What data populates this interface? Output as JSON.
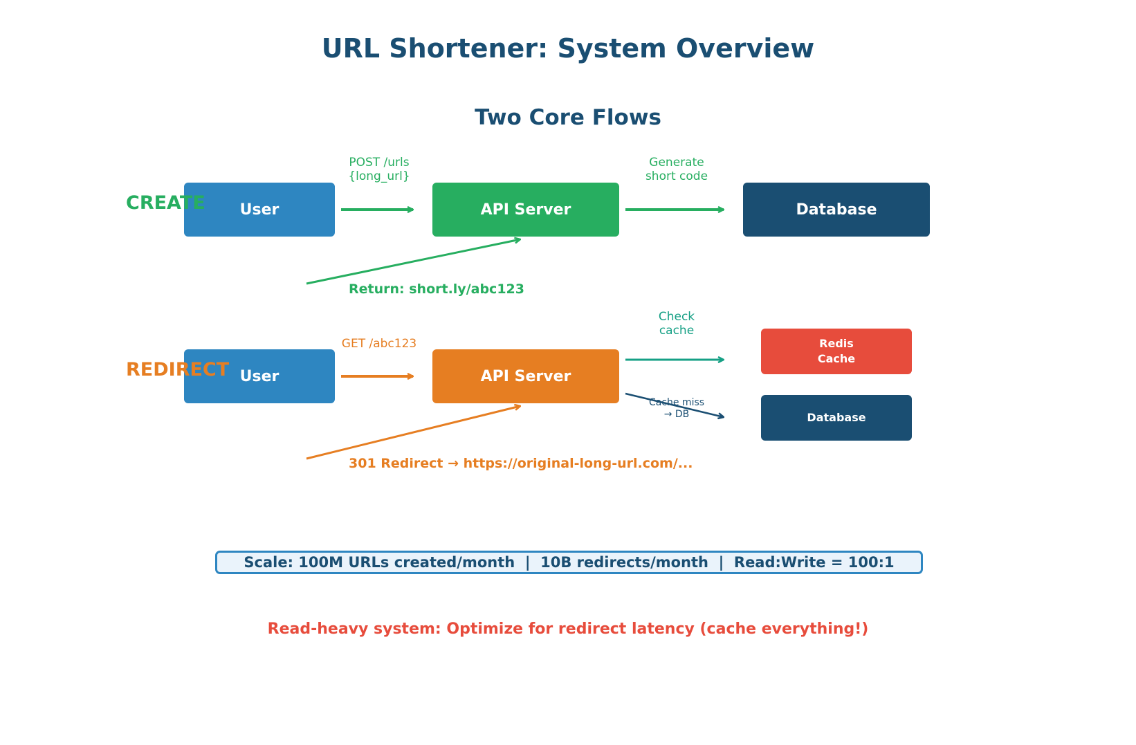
{
  "title": "URL Shortener: System Overview",
  "subtitle": "Two Core Flows",
  "colors": {
    "title": "#1a4e72",
    "user": "#2e86c1",
    "green": "#27ae60",
    "orange": "#e67e22",
    "navy": "#1a4e72",
    "red": "#e74c3c",
    "teal": "#16a085",
    "banner_bg": "#eaf3fb",
    "banner_border": "#2e86c1"
  },
  "create": {
    "section_label": "CREATE",
    "user": "User",
    "api": "API Server",
    "db": "Database",
    "request_label": "POST /urls\n{long_url}",
    "generate_label": "Generate\nshort code",
    "return_label": "Return: short.ly/abc123"
  },
  "redirect": {
    "section_label": "REDIRECT",
    "user": "User",
    "api": "API Server",
    "cache": "Redis\nCache",
    "db": "Database",
    "request_label": "GET /abc123",
    "check_label": "Check\ncache",
    "miss_label": "Cache miss\n→ DB",
    "return_label": "301 Redirect → https://original-long-url.com/..."
  },
  "scale_banner": "Scale: 100M URLs created/month  |  10B redirects/month  |  Read:Write = 100:1",
  "footer_note": "Read-heavy system: Optimize for redirect latency (cache everything!)"
}
